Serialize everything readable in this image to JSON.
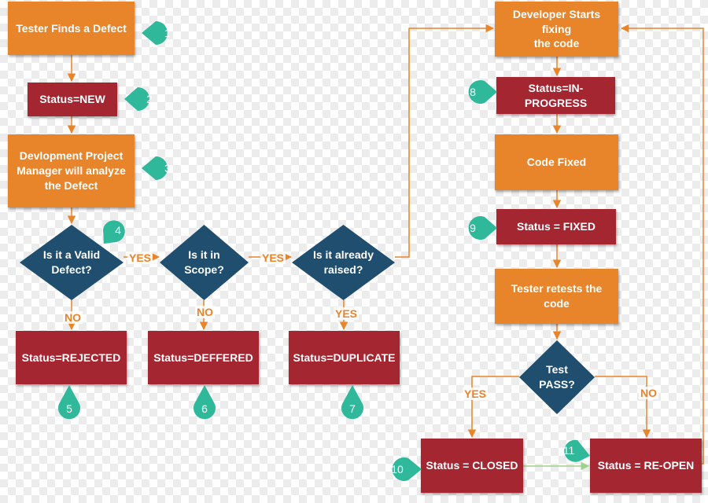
{
  "colors": {
    "process": "#e8842a",
    "status": "#a32631",
    "decision": "#1f4e6e",
    "badge": "#2fb89a",
    "connector": "#e8842a",
    "final_connector": "#9ed28a"
  },
  "steps": {
    "tester_finds": "Tester Finds a Defect",
    "status_new": "Status=NEW",
    "pm_analyze": "Devlopment Project\nManager will analyze\nthe Defect",
    "dev_starts": "Developer Starts fixing\nthe code",
    "status_in_progress": "Status=IN-\nPROGRESS",
    "code_fixed": "Code Fixed",
    "status_fixed": "Status = FIXED",
    "tester_retests": "Tester retests the code",
    "status_rejected": "Status=REJECTED",
    "status_deffered": "Status=DEFFERED",
    "status_duplicate": "Status=DUPLICATE",
    "status_closed": "Status = CLOSED",
    "status_reopen": "Status = RE-OPEN"
  },
  "decisions": {
    "valid": "Is it a Valid\nDefect?",
    "scope": "Is it in\nScope?",
    "raised": "Is it already\nraised?",
    "test_pass": "Test\nPASS?"
  },
  "labels": {
    "yes": "YES",
    "no": "NO"
  },
  "badges": [
    "1",
    "2",
    "3",
    "4",
    "5",
    "6",
    "7",
    "8",
    "9",
    "10",
    "11"
  ]
}
